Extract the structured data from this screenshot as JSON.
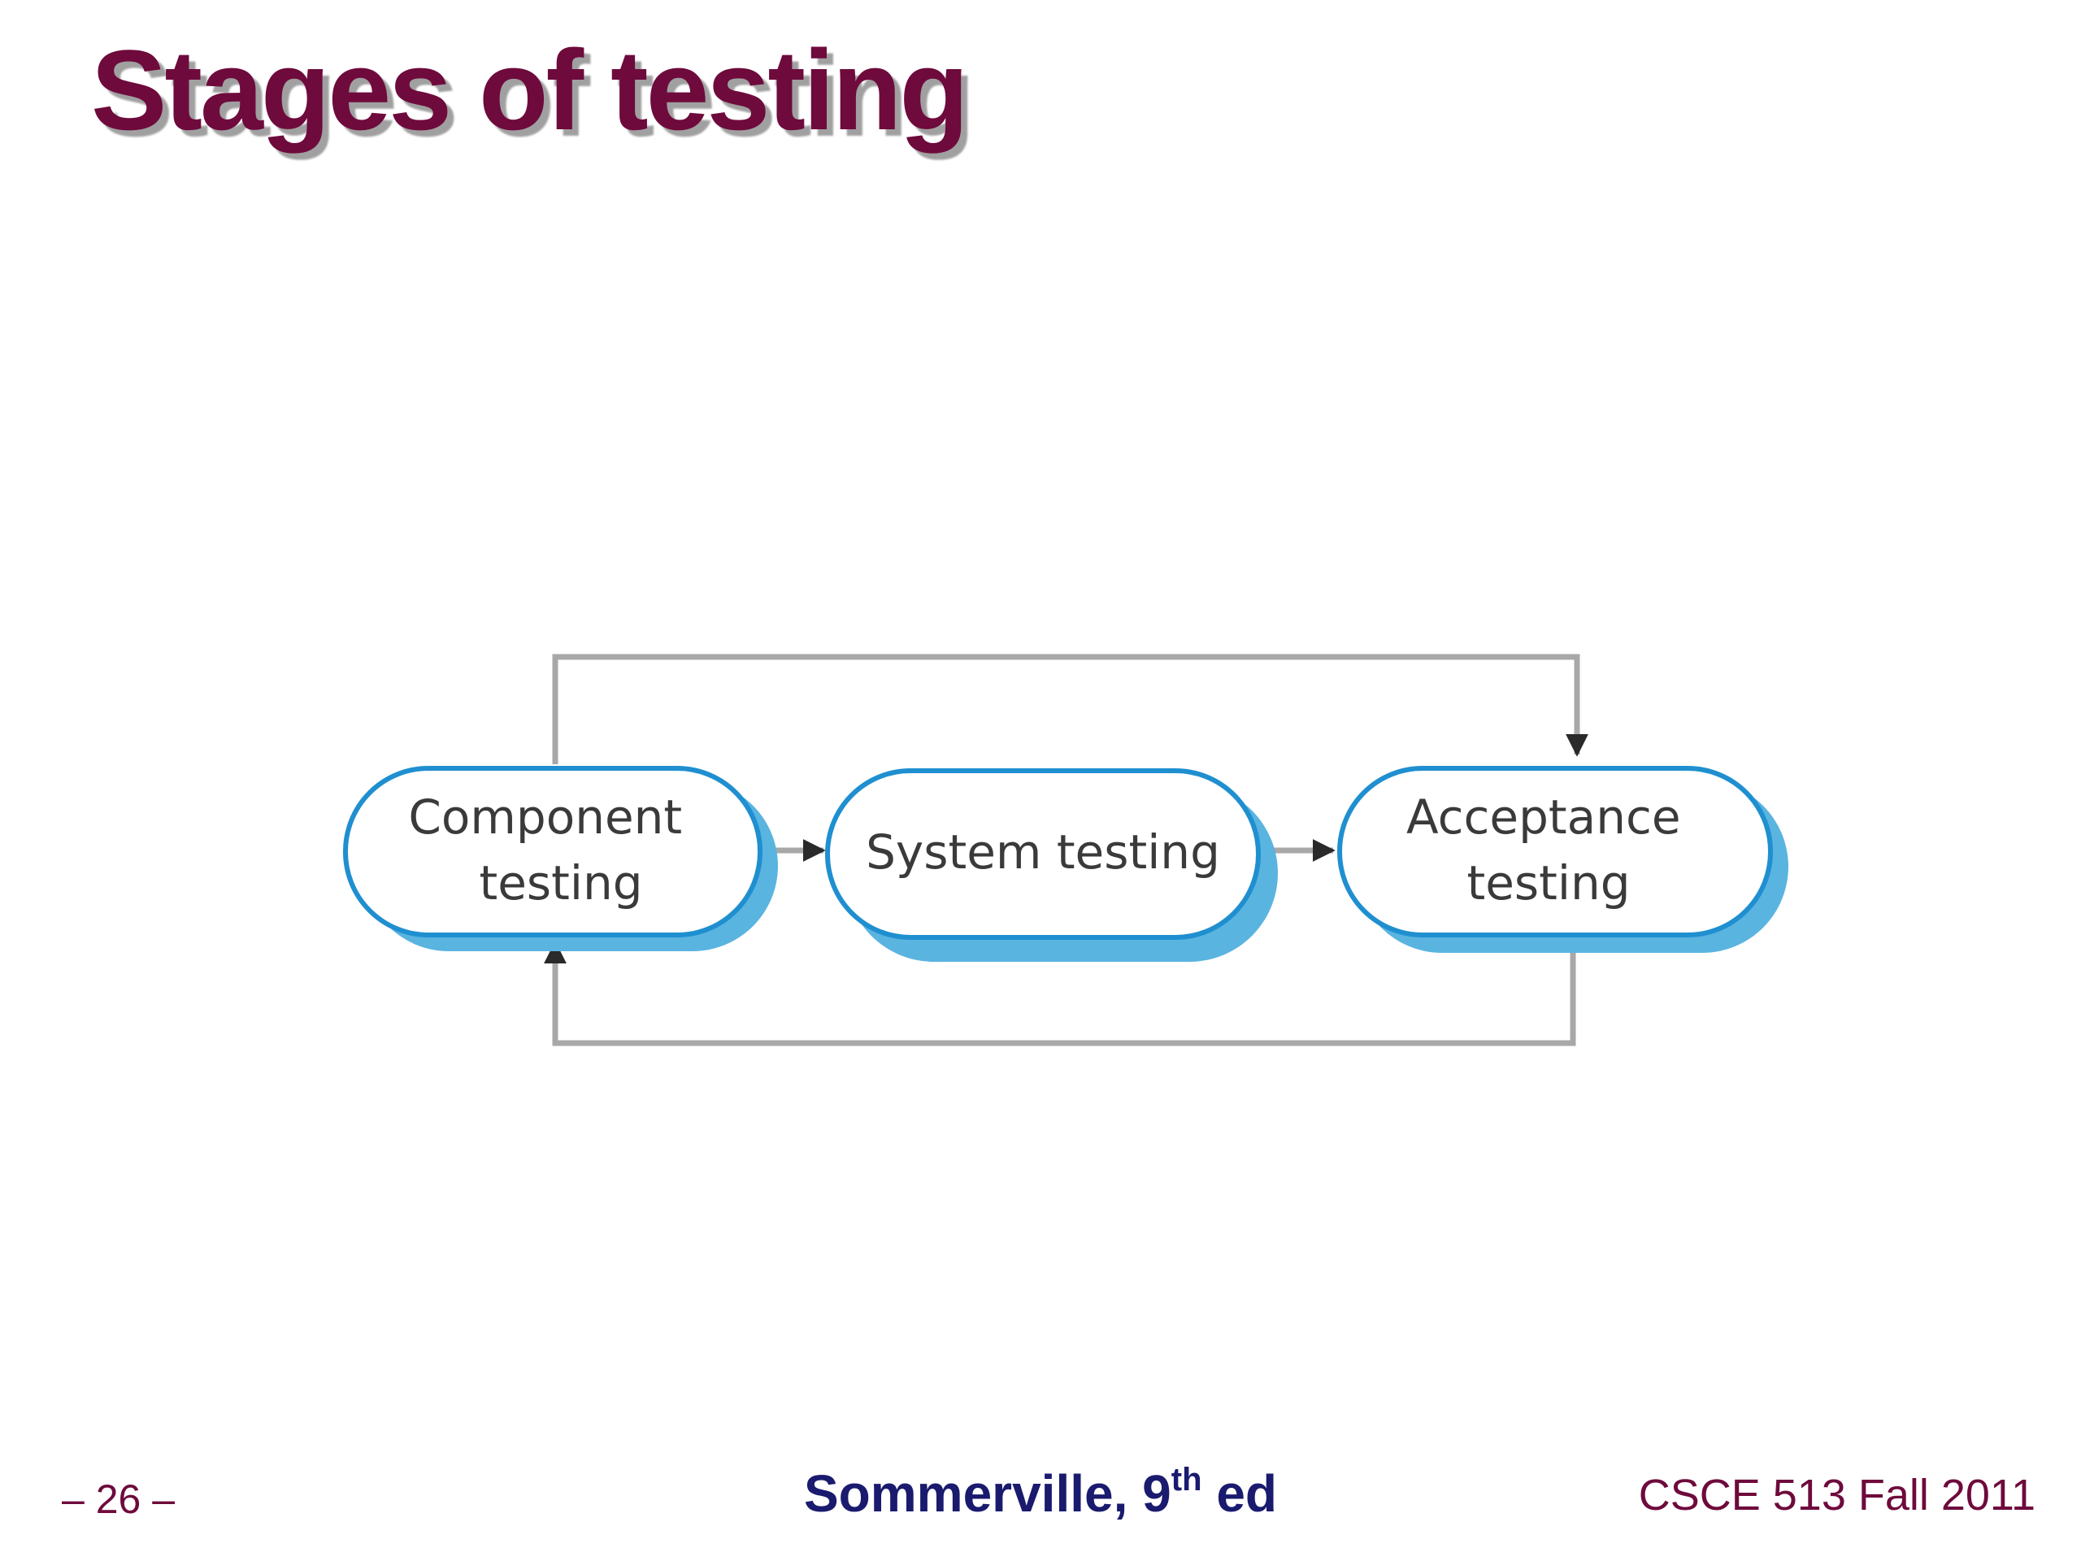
{
  "slide": {
    "title": "Stages of testing"
  },
  "diagram": {
    "nodes": [
      {
        "id": "component",
        "label_lines": [
          "Component",
          "testing"
        ]
      },
      {
        "id": "system",
        "label_lines": [
          "System testing"
        ]
      },
      {
        "id": "acceptance",
        "label_lines": [
          "Acceptance",
          "testing"
        ]
      }
    ],
    "edges": [
      {
        "from": "component",
        "to": "system"
      },
      {
        "from": "system",
        "to": "acceptance"
      },
      {
        "from": "component",
        "to": "acceptance"
      },
      {
        "from": "acceptance",
        "to": "component"
      }
    ],
    "colors": {
      "node_border": "#1f8fd0",
      "node_shadow": "#5ab4e0",
      "node_fill": "#ffffff",
      "connector": "#a8a8a8",
      "arrowhead": "#2a2a2a"
    }
  },
  "footer": {
    "page_number": "– 26 –",
    "source_main": "Sommerville, 9",
    "source_sup": "th",
    "source_tail": " ed",
    "course": "CSCE 513 Fall 2011"
  },
  "colors": {
    "title": "#6e0a3c",
    "title_shadow": "#a0a0a0",
    "source_text": "#1a1a6e",
    "footer_text": "#6e0a3c"
  }
}
